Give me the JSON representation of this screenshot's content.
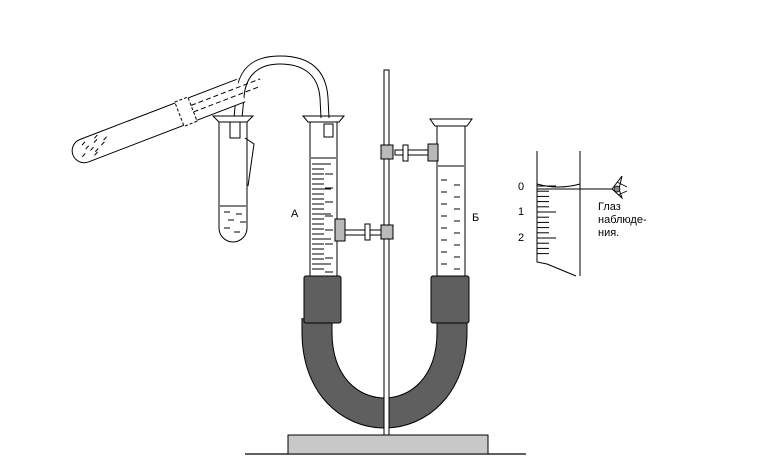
{
  "labels": {
    "tube_a": "А",
    "tube_b": "Б",
    "scale_0": "0",
    "scale_1": "1",
    "scale_2": "2",
    "eye_line1": "Глаз",
    "eye_line2": "наблюде-",
    "eye_line3": "ния."
  },
  "colors": {
    "rubber": "#5f5f5f",
    "clamp": "#b9b9b9",
    "base": "#c8c8c8"
  }
}
